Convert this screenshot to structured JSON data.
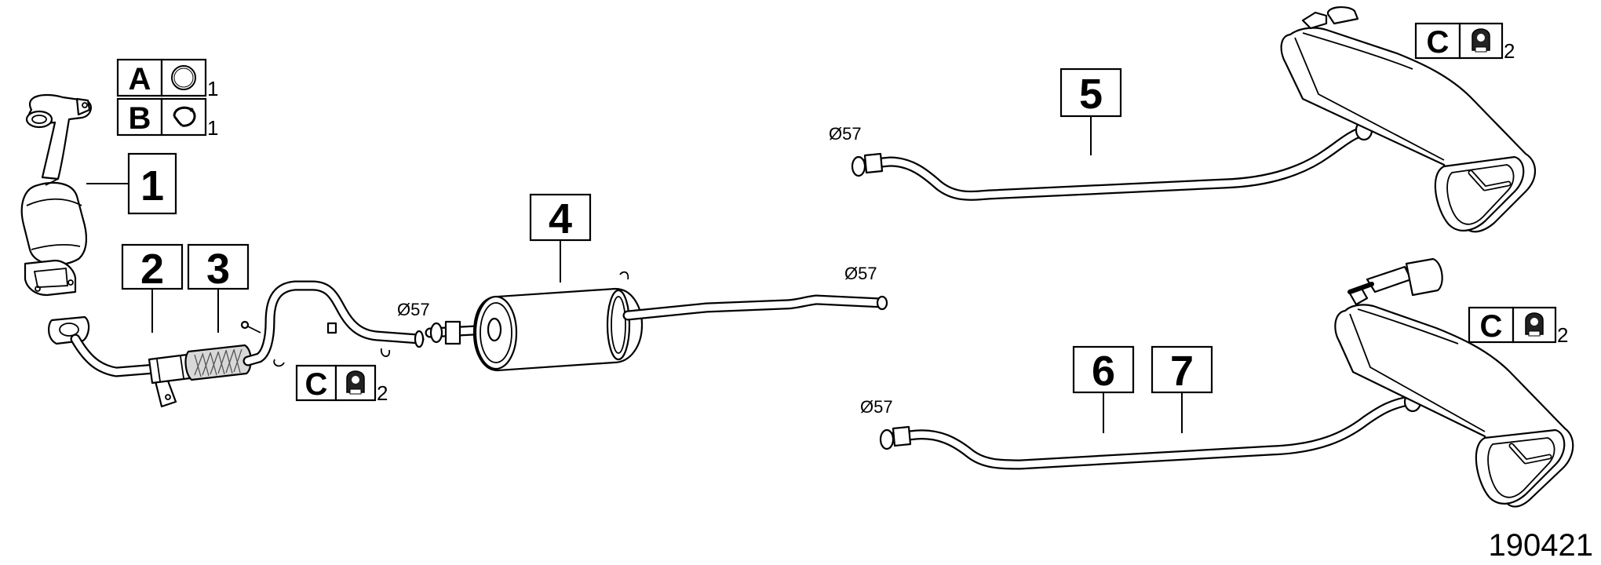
{
  "callouts": [
    "1",
    "2",
    "3",
    "4",
    "5",
    "6",
    "7"
  ],
  "legend": {
    "A": {
      "letter": "A",
      "qty": "1",
      "icon": "gasket-ring-icon"
    },
    "B": {
      "letter": "B",
      "qty": "1",
      "icon": "clamp-icon"
    },
    "C": {
      "letter": "C",
      "qty": "2",
      "icon": "rubber-hanger-icon"
    }
  },
  "diameters": [
    "Ø57",
    "Ø57",
    "Ø57",
    "Ø57"
  ],
  "figure_code": "190421"
}
